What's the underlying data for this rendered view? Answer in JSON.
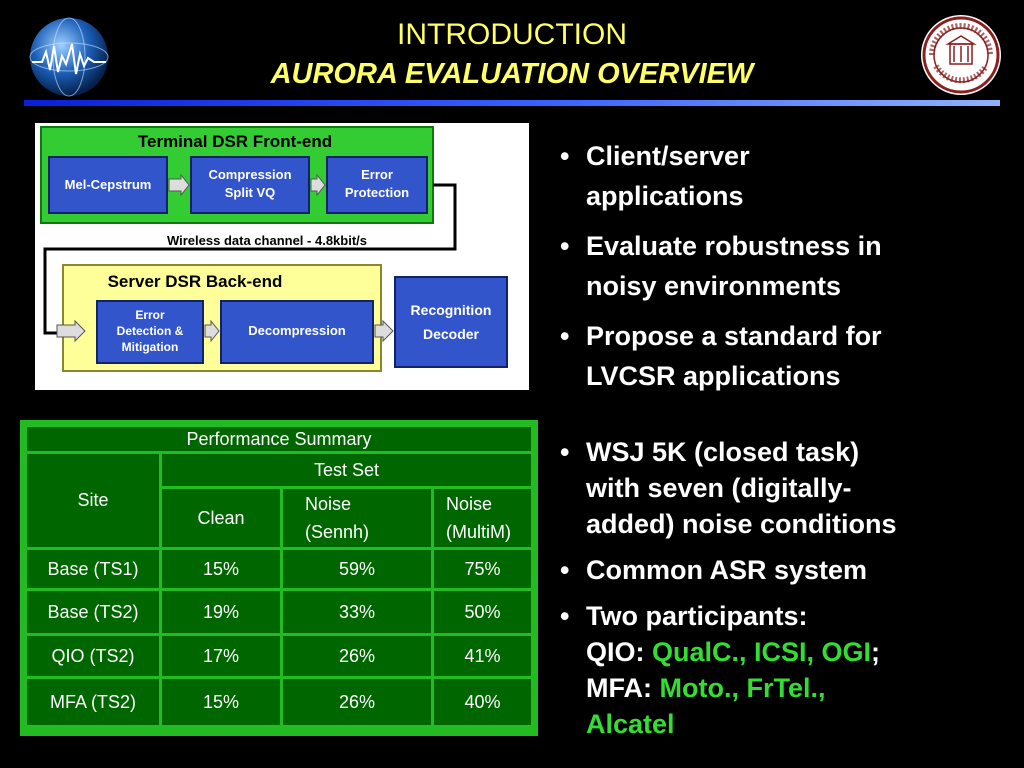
{
  "slide": {
    "title_line1": "INTRODUCTION",
    "title_line2": "AURORA  EVALUATION OVERVIEW",
    "colors": {
      "title": "#ffff66",
      "rule": "#2a4cff",
      "highlight": "#33dd33",
      "table_bg": "#006600",
      "table_border": "#22bb22"
    }
  },
  "diagram": {
    "front_end_title": "Terminal DSR Front-end",
    "front_end_boxes": [
      "Mel-Cepstrum",
      "Compression\nSplit VQ",
      "Error\nProtection"
    ],
    "channel_label": "Wireless data channel - 4.8kbit/s",
    "back_end_title": "Server DSR Back-end",
    "back_end_boxes": [
      "Error\nDetection &\nMitigation",
      "Decompression"
    ],
    "recognition_box": "Recognition\nDecoder"
  },
  "bullets_top": [
    {
      "line1": "Client/server",
      "line2": "applications"
    },
    {
      "line1": "Evaluate robustness in",
      "line2": "noisy environments"
    },
    {
      "line1": "Propose a standard for",
      "line2": "LVCSR applications"
    }
  ],
  "bullets_bottom": {
    "wsj": {
      "line1": "WSJ 5K (closed task)",
      "line2": "with seven (digitally-",
      "line3": "added) noise conditions"
    },
    "asr": "Common ASR system",
    "participants": {
      "label": "Two participants:",
      "qio_label": "QIO: ",
      "qio_names": "QualC., ICSI, OGI",
      "qio_end": ";",
      "mfa_label": "MFA: ",
      "mfa_names_line1": "Moto., FrTel.,",
      "mfa_names_line2": "Alcatel"
    }
  },
  "table": {
    "title": "Performance Summary",
    "site_header": "Site",
    "testset_header": "Test Set",
    "col_clean": "Clean",
    "col_noise1_a": "Noise",
    "col_noise1_b": "(Sennh)",
    "col_noise2_a": "Noise",
    "col_noise2_b": "(MultiM)",
    "rows": [
      {
        "site": "Base (TS1)",
        "clean": "15%",
        "sennh": "59%",
        "multim": "75%"
      },
      {
        "site": "Base (TS2)",
        "clean": "19%",
        "sennh": "33%",
        "multim": "50%"
      },
      {
        "site": "QIO (TS2)",
        "clean": "17%",
        "sennh": "26%",
        "multim": "41%"
      },
      {
        "site": "MFA (TS2)",
        "clean": "15%",
        "sennh": "26%",
        "multim": "40%"
      }
    ]
  }
}
